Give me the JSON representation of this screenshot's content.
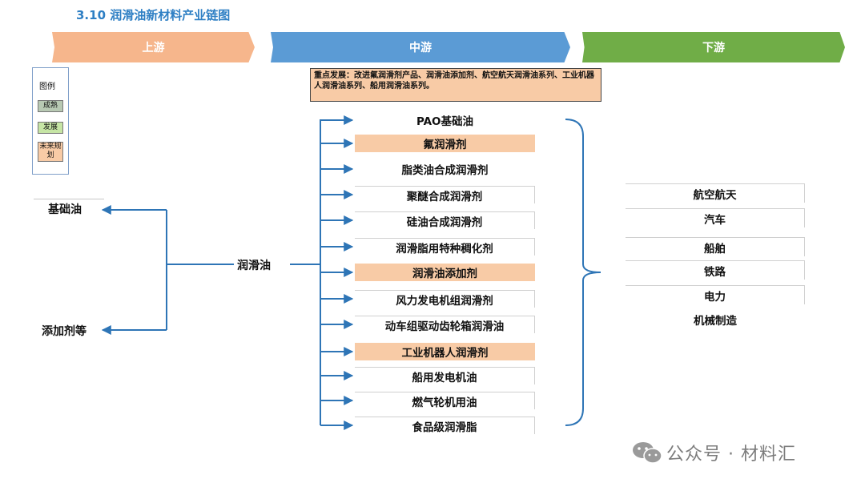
{
  "title": "3.10  润滑油新材料产业链图",
  "banners": {
    "upstream": "上游",
    "midstream": "中游",
    "downstream": "下游"
  },
  "legend": {
    "title": "图例",
    "mature": "成熟",
    "developing": "发展",
    "future": "未来规划"
  },
  "focus_note": "重点发展：改进氟润滑剂产品、润滑油添加剂、航空航天润滑油系列、工业机器人润滑油系列、船用润滑油系列。",
  "upstream_items": [
    "基础油",
    "添加剂等"
  ],
  "midstream_label": "润滑油",
  "products": [
    {
      "label": "PAO基础油",
      "status": "none"
    },
    {
      "label": "氟润滑剂",
      "status": "future"
    },
    {
      "label": "脂类油合成润滑剂",
      "status": "none"
    },
    {
      "label": "聚醚合成润滑剂",
      "status": "none"
    },
    {
      "label": "硅油合成润滑剂",
      "status": "none"
    },
    {
      "label": "润滑脂用特种稠化剂",
      "status": "none"
    },
    {
      "label": "润滑油添加剂",
      "status": "future"
    },
    {
      "label": "风力发电机组润滑剂",
      "status": "none"
    },
    {
      "label": "动车组驱动齿轮箱润滑油",
      "status": "none"
    },
    {
      "label": "工业机器人润滑剂",
      "status": "future"
    },
    {
      "label": "船用发电机油",
      "status": "none"
    },
    {
      "label": "燃气轮机用油",
      "status": "none"
    },
    {
      "label": "食品级润滑脂",
      "status": "none"
    }
  ],
  "downstream_items": [
    "航空航天",
    "汽车",
    "船舶",
    "铁路",
    "电力",
    "机械制造"
  ],
  "watermark": "公众号 · 材料汇",
  "colors": {
    "title": "#2e7fc4",
    "upstream": "#f6b68c",
    "midstream": "#5b9bd5",
    "downstream": "#70ad47",
    "future": "#f8cba6",
    "mature": "#b8c9b3",
    "developing": "#c6e5a5",
    "connector": "#2e75b6"
  }
}
